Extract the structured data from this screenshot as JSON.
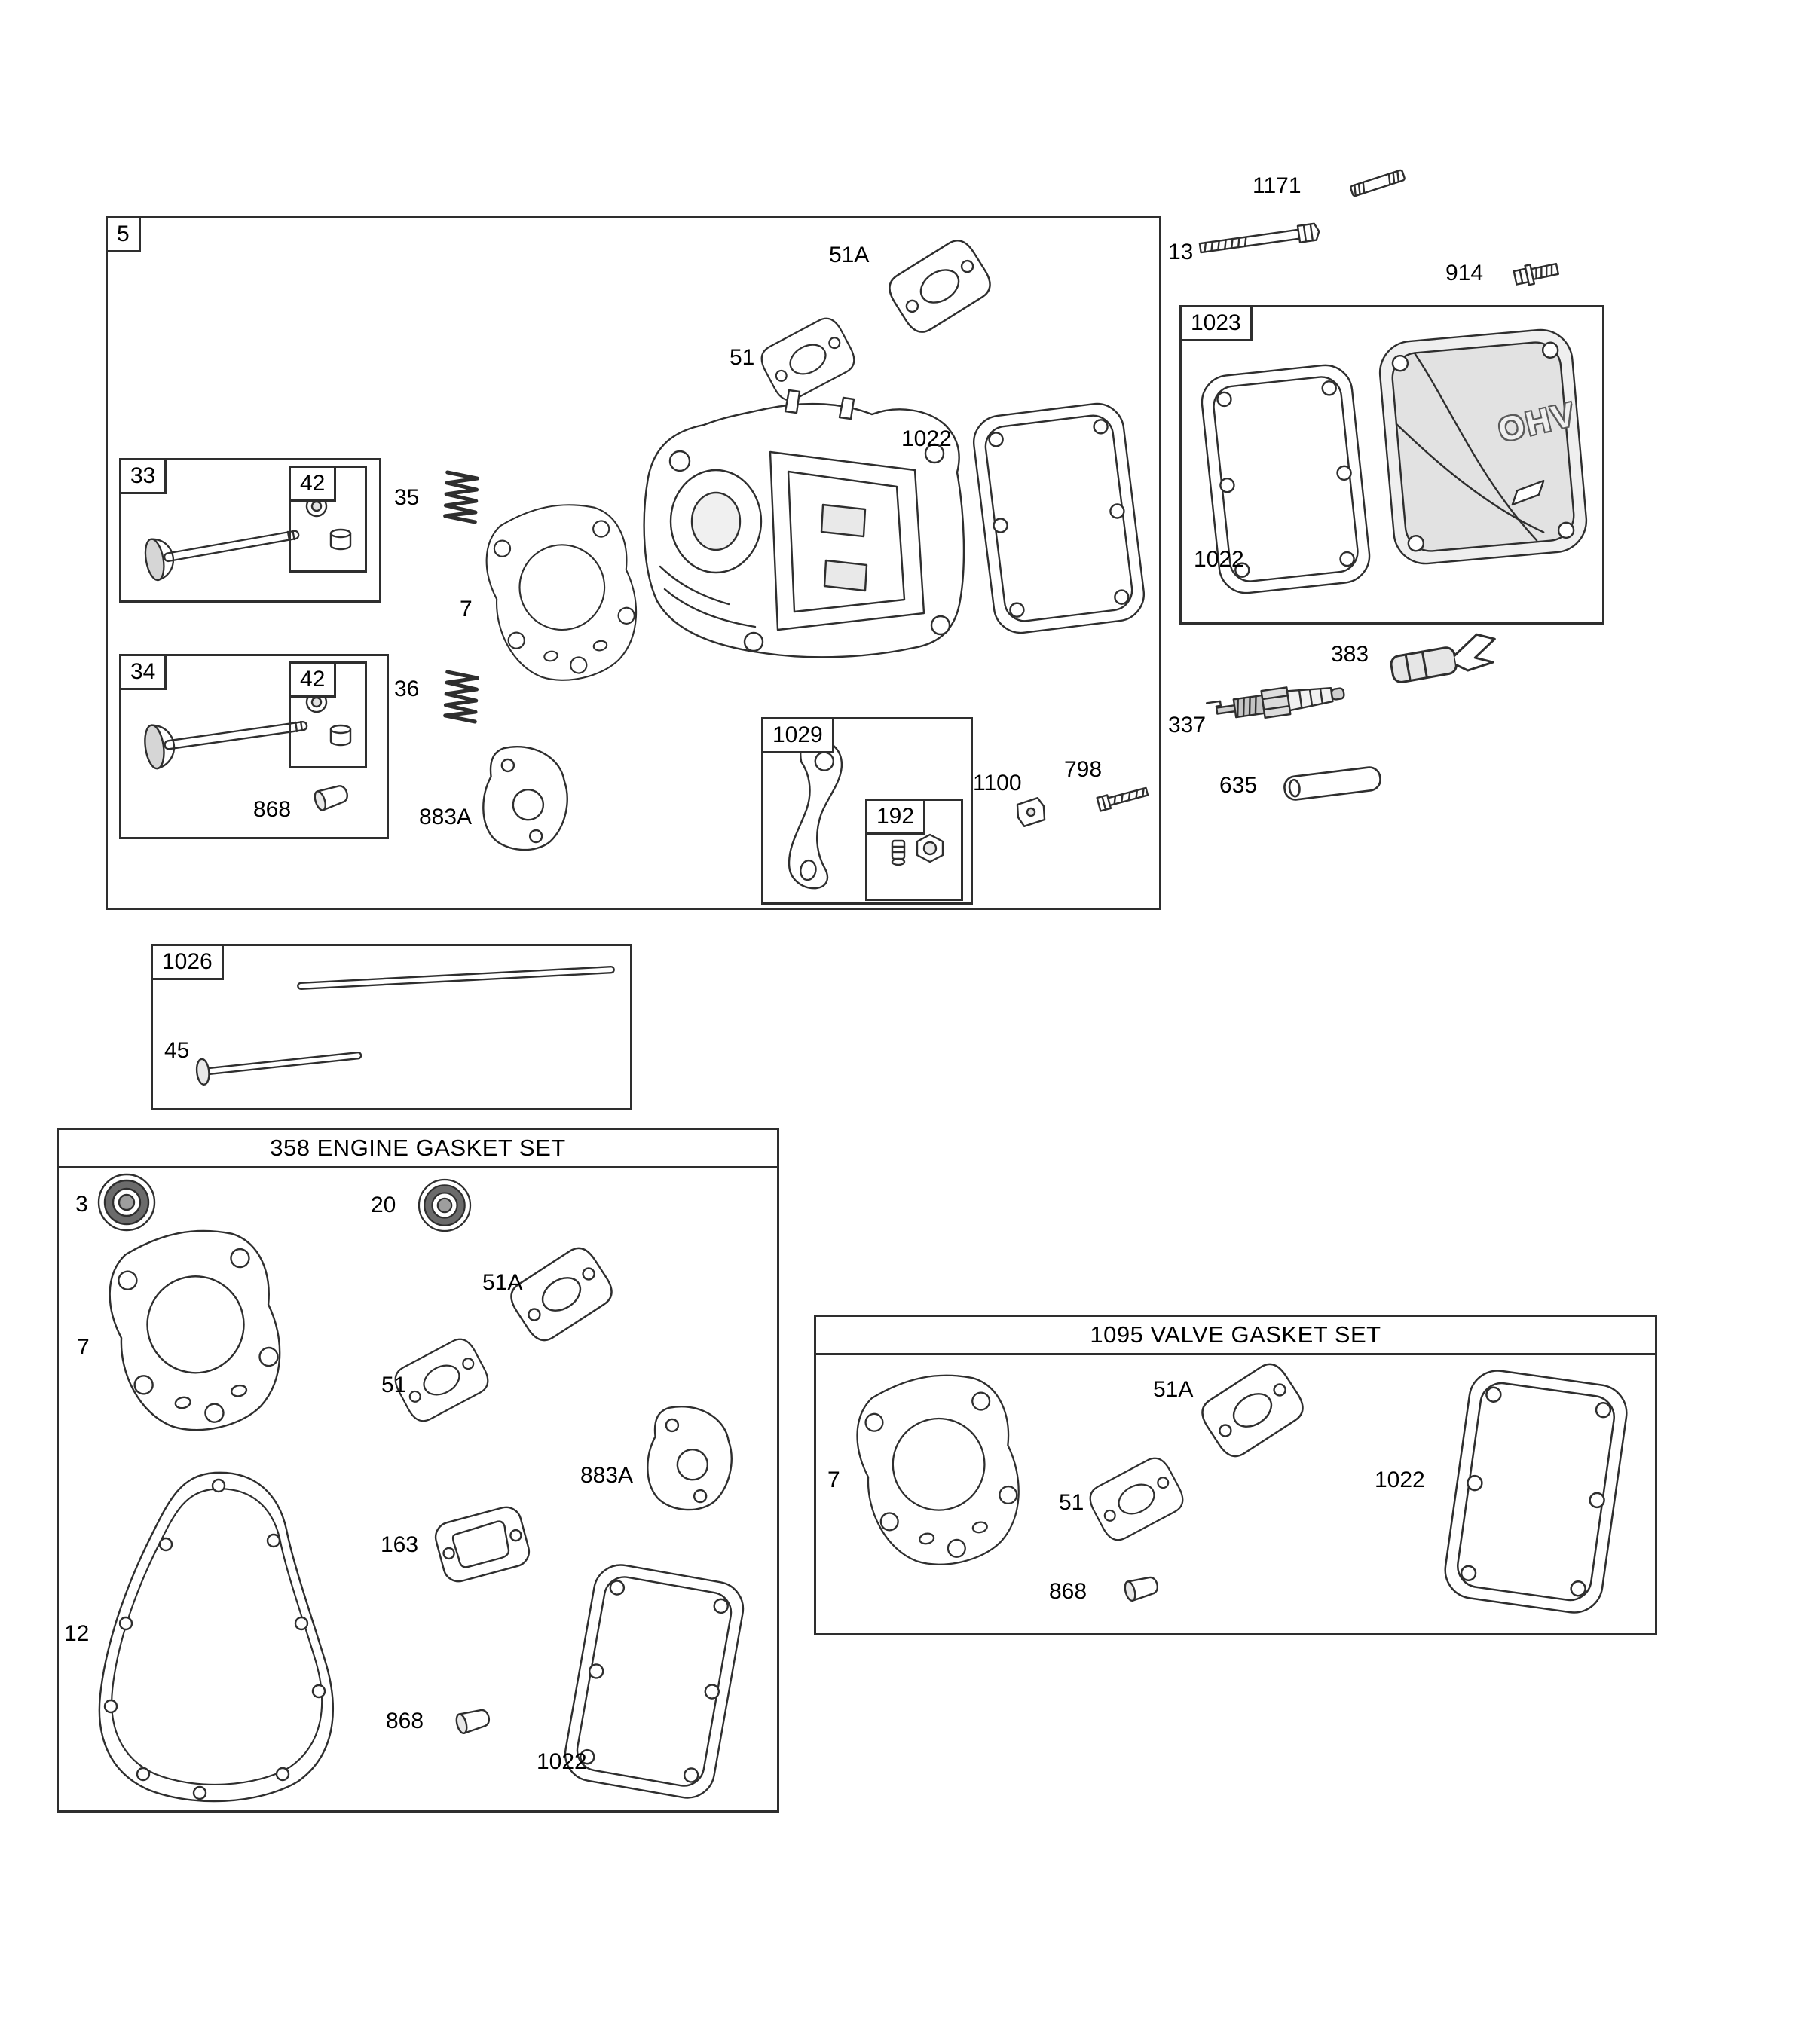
{
  "diagram": {
    "boxes": {
      "b5": "5",
      "b33": "33",
      "b34": "34",
      "b42a": "42",
      "b42b": "42",
      "b1029": "1029",
      "b192": "192",
      "b1023": "1023",
      "b1026": "1026"
    },
    "set_titles": {
      "engine_gasket_set": "358 ENGINE GASKET SET",
      "valve_gasket_set": "1095 VALVE GASKET SET"
    },
    "callouts": {
      "c1171": "1171",
      "c13": "13",
      "c914": "914",
      "c51a_head": "51A",
      "c51_head": "51",
      "c1022_head": "1022",
      "c35": "35",
      "c7_head": "7",
      "c36": "36",
      "c868_head": "868",
      "c883a_head": "883A",
      "c1100": "1100",
      "c798": "798",
      "c1022_cover": "1022",
      "c383": "383",
      "c337": "337",
      "c635": "635",
      "c45": "45",
      "c3": "3",
      "c20": "20",
      "c51a_eng": "51A",
      "c7_eng": "7",
      "c51_eng": "51",
      "c883a_eng": "883A",
      "c163": "163",
      "c12": "12",
      "c868_eng": "868",
      "c1022_eng": "1022",
      "c7_valve": "7",
      "c51a_valve": "51A",
      "c51_valve": "51",
      "c868_valve": "868",
      "c1022_valve": "1022"
    },
    "cover_text": {
      "ohv": "OHV"
    },
    "colors": {
      "ink": "#2e2e2e",
      "paper": "#ffffff"
    }
  }
}
